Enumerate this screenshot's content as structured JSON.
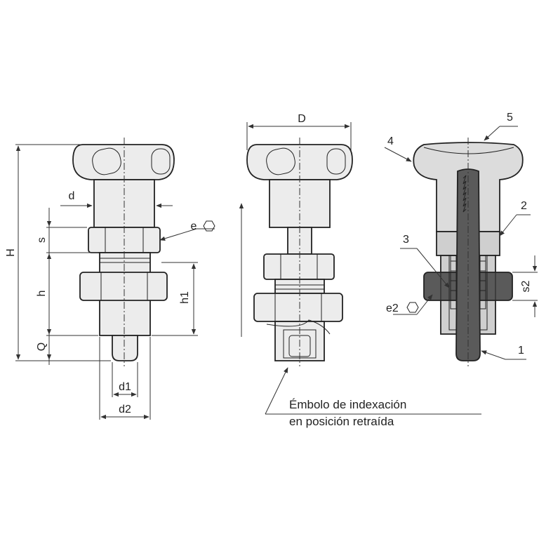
{
  "labels": {
    "H": "H",
    "s": "s",
    "h": "h",
    "Q": "Q",
    "d": "d",
    "e": "e",
    "h1": "h1",
    "d1": "d1",
    "d2": "d2",
    "D": "D",
    "part4": "4",
    "part5": "5",
    "part2": "2",
    "part3": "3",
    "part1": "1",
    "s2": "s2",
    "e2": "e2"
  },
  "caption": {
    "line1": "Émbolo de indexación",
    "line2": "en posición retraída"
  },
  "colors": {
    "part_fill": "#ececec",
    "section_light": "#cfcfcf",
    "section_dark": "#5a5a5a",
    "line": "#222222"
  },
  "icons": {
    "hex": "hexagon-icon"
  }
}
